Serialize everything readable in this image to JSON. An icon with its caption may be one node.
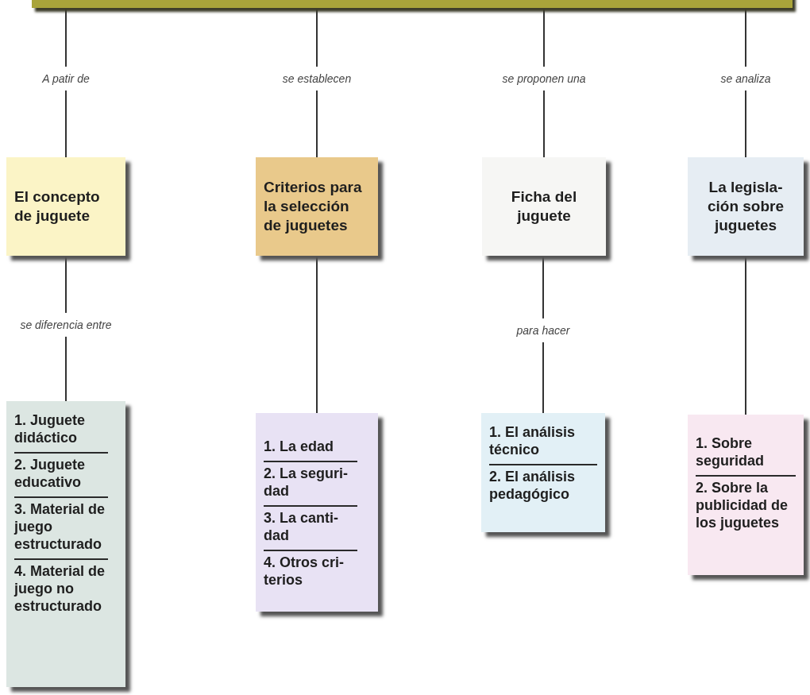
{
  "diagram": {
    "nodes": [
      {
        "text": [],
        "shape": "bar"
      },
      {
        "text": [
          "El concepto de juguete"
        ]
      },
      {
        "text": [
          "Criterios para la selección de juguetes"
        ]
      },
      {
        "text": [
          "Ficha del juguete"
        ]
      },
      {
        "text": [
          "La legisla-ción sobre juguetes"
        ]
      },
      {
        "text": [
          "1. Juguete didáctico",
          "2. Juguete educativo",
          "3. Material de juego estructurado",
          "4. Material de juego no estructurado"
        ]
      },
      {
        "text": [
          "1. La edad",
          "2. La seguri-dad",
          "3. La canti-dad",
          "4. Otros cri-terios"
        ]
      },
      {
        "text": [
          "1. El análisis técnico",
          "2. El análisis pedagógico"
        ]
      },
      {
        "text": [
          "1. Sobre seguridad",
          "2. Sobre la publicidad de los juguetes"
        ]
      }
    ],
    "edges": [
      {
        "from": 0,
        "to": 1,
        "arrow": "none",
        "label": "A patir de"
      },
      {
        "from": 0,
        "to": 2,
        "arrow": "none",
        "label": "se establecen"
      },
      {
        "from": 0,
        "to": 3,
        "arrow": "none",
        "label": "se proponen una"
      },
      {
        "from": 0,
        "to": 4,
        "arrow": "none",
        "label": "se analiza"
      },
      {
        "from": 1,
        "to": 5,
        "arrow": "none",
        "label": "se diferencia entre"
      },
      {
        "from": 2,
        "to": 6,
        "arrow": "none"
      },
      {
        "from": 3,
        "to": 7,
        "arrow": "none",
        "label": "para hacer"
      },
      {
        "from": 4,
        "to": 8,
        "arrow": "none"
      }
    ]
  }
}
